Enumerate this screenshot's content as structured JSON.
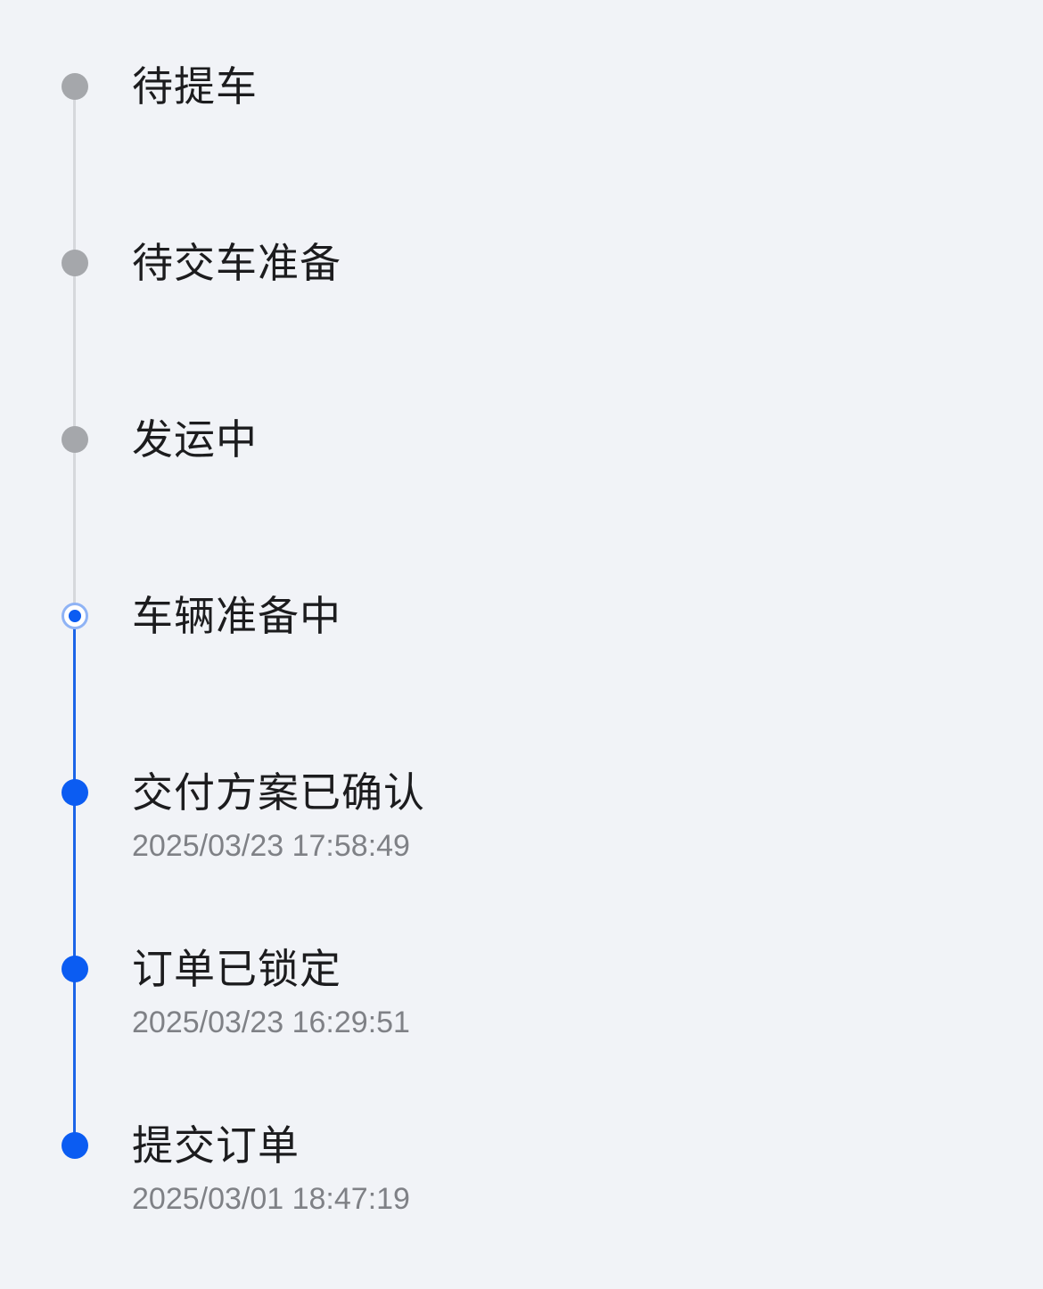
{
  "timeline": {
    "steps": [
      {
        "label": "待提车",
        "status": "pending",
        "time": ""
      },
      {
        "label": "待交车准备",
        "status": "pending",
        "time": ""
      },
      {
        "label": "发运中",
        "status": "pending",
        "time": ""
      },
      {
        "label": "车辆准备中",
        "status": "current",
        "time": ""
      },
      {
        "label": "交付方案已确认",
        "status": "done",
        "time": "2025/03/23 17:58:49"
      },
      {
        "label": "订单已锁定",
        "status": "done",
        "time": "2025/03/23 16:29:51"
      },
      {
        "label": "提交订单",
        "status": "done",
        "time": "2025/03/01 18:47:19"
      }
    ],
    "colors": {
      "pending": "#a5a7ab",
      "done": "#0b5cf2",
      "current_ring": "#8fb3f5",
      "line_pending": "#d6d8dc",
      "line_done": "#1b64e8"
    }
  }
}
